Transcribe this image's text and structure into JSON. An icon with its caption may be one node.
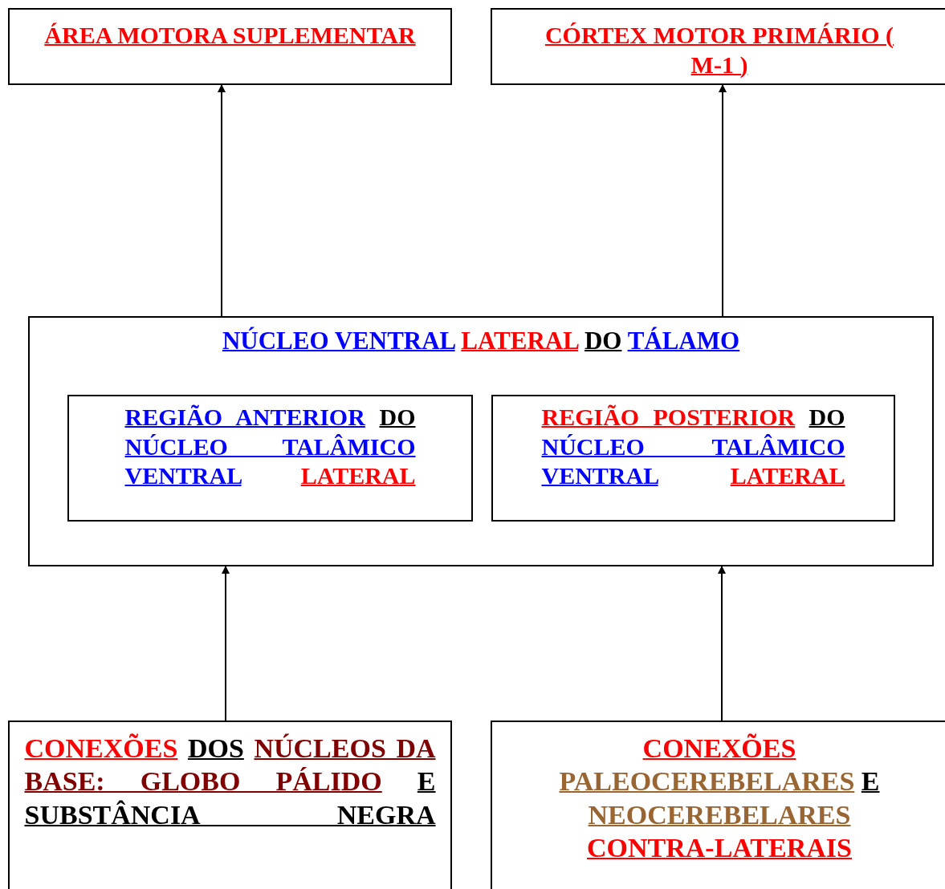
{
  "diagram": {
    "nodes": [
      {
        "text": [
          "ÁREA MOTORA SUPLEMENTAR"
        ]
      },
      {
        "text": [
          "CÓRTEX MOTOR PRIMÁRIO ( M-1 )"
        ]
      },
      {
        "text": [
          "NÚCLEO VENTRAL",
          "LATERAL",
          "DO",
          "TÁLAMO"
        ]
      },
      {
        "text": [
          "REGIÃO ANTERIOR",
          "DO",
          "NÚCLEO TALÂMICO VENTRAL",
          "LATERAL"
        ],
        "in": 2
      },
      {
        "text": [
          "REGIÃO POSTERIOR",
          "DO",
          "NÚCLEO TALÂMICO VENTRAL",
          "LATERAL"
        ],
        "in": 2
      },
      {
        "text": [
          "CONEXÕES",
          "DOS",
          "NÚCLEOS DA BASE: GLOBO PÁLIDO",
          "E SUBSTÂNCIA NEGRA"
        ]
      },
      {
        "text": [
          "CONEXÕES",
          "PALEOCEREBELARES",
          "E",
          "NEOCEREBELARES",
          "CONTRA-LATERAIS"
        ]
      }
    ],
    "edges": [
      {
        "from": 2,
        "to": 0,
        "arrow": "to"
      },
      {
        "from": 2,
        "to": 1,
        "arrow": "to"
      },
      {
        "from": 5,
        "to": 2,
        "arrow": "to"
      },
      {
        "from": 6,
        "to": 2,
        "arrow": "to"
      }
    ]
  }
}
